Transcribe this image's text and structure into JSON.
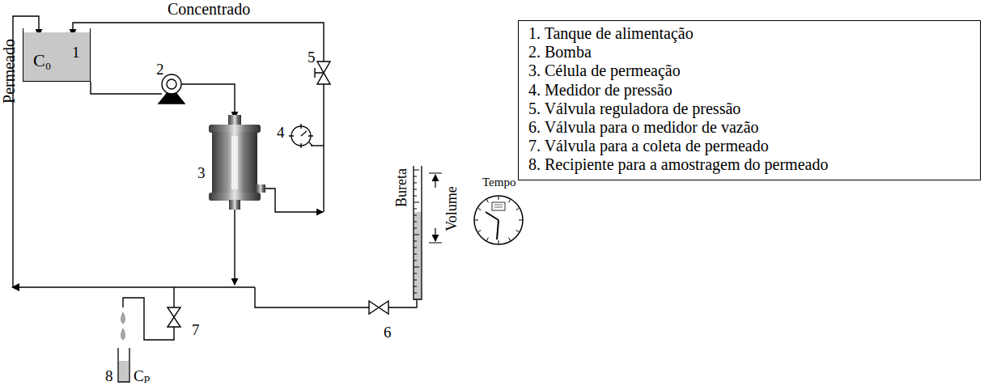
{
  "diagram": {
    "nodes": [
      {
        "text": [
          "C₀",
          "1"
        ]
      },
      {
        "text": [
          "1. Tanque de alimentação",
          "2. Bomba",
          "3. Célula de permeação",
          "4. Medidor de pressão",
          "5. Válvula reguladora de pressão",
          "6. Válvula para o medidor de vazão",
          "7. Válvula para a coleta de permeado",
          "8. Recipiente para a amostragem do permeado"
        ]
      }
    ],
    "labels": [
      "Concentrado",
      "Permeado",
      "2",
      "3",
      "4",
      "5",
      "Bureta",
      "Volume",
      "Tempo",
      "6",
      "7",
      "8",
      "Cₚ"
    ]
  }
}
